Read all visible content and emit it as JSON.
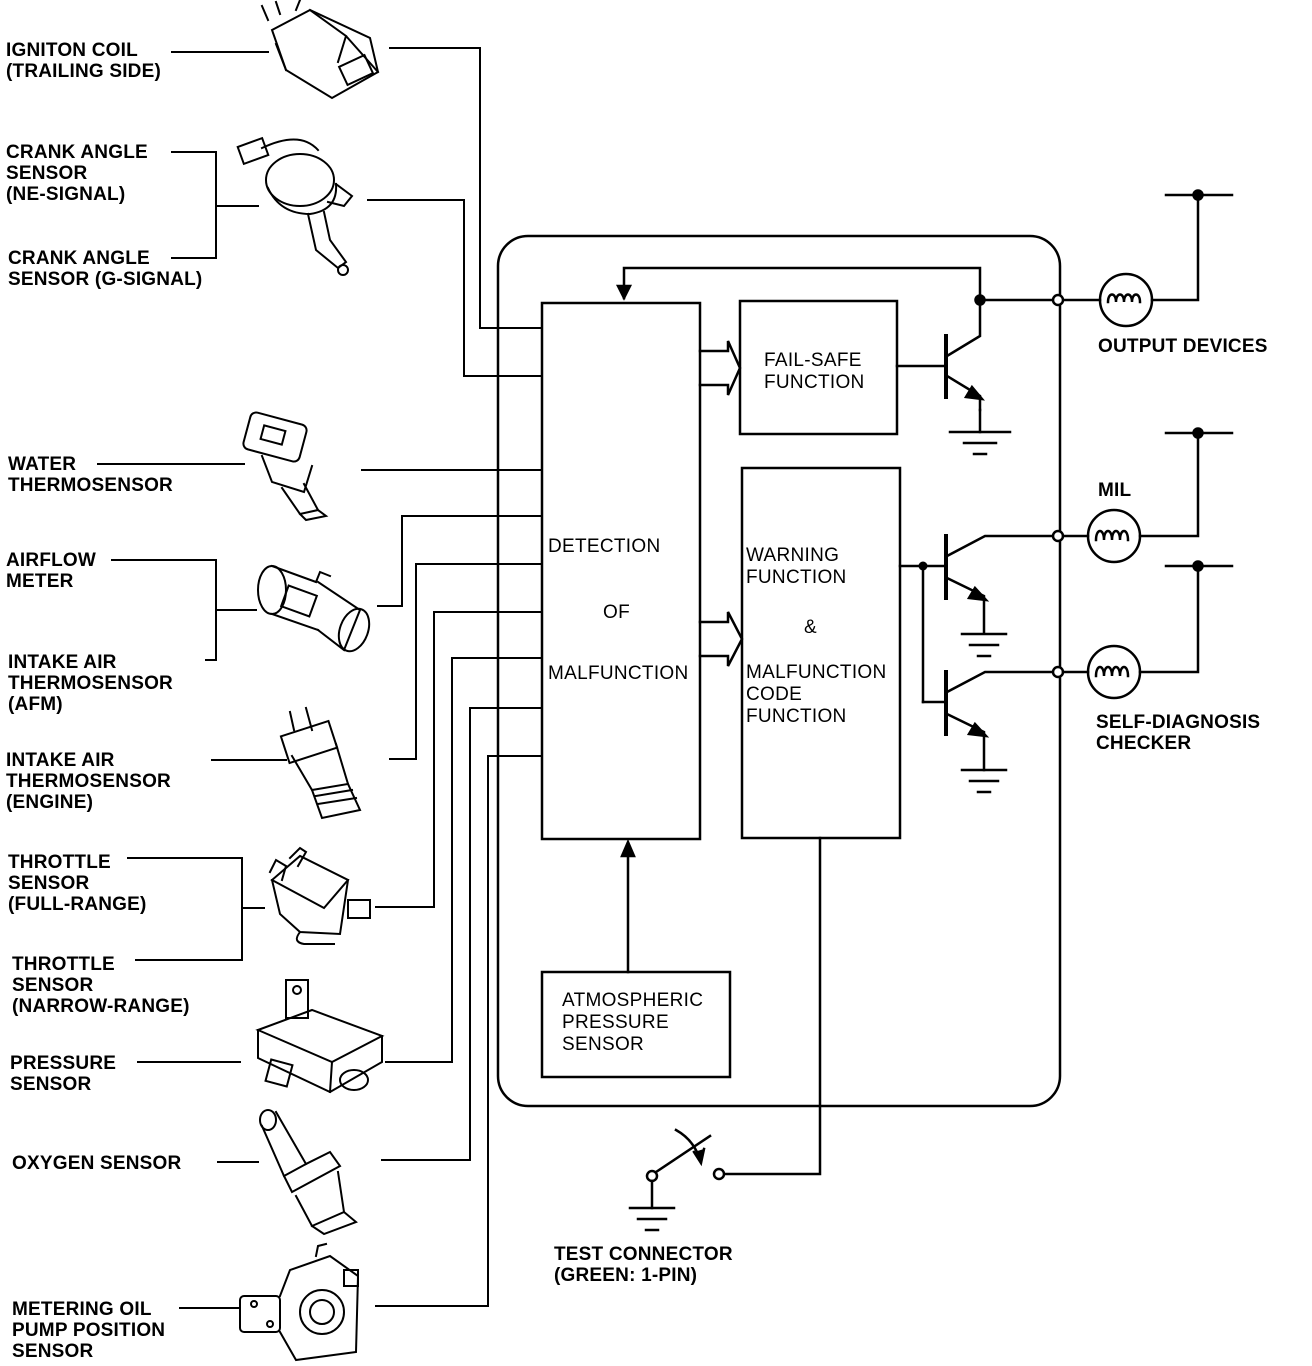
{
  "sensors": {
    "ignition_coil": "IGNITON COIL\n(TRAILING SIDE)",
    "crank_ne": "CRANK ANGLE\nSENSOR\n(NE-SIGNAL)",
    "crank_g": "CRANK ANGLE\nSENSOR (G-SIGNAL)",
    "water_thermo": "WATER\nTHERMOSENSOR",
    "airflow_meter": "AIRFLOW\nMETER",
    "intake_afm": "INTAKE AIR\nTHERMOSENSOR\n(AFM)",
    "intake_engine": "INTAKE AIR\nTHERMOSENSOR\n(ENGINE)",
    "throttle_full": "THROTTLE\nSENSOR\n(FULL-RANGE)",
    "throttle_narrow": "THROTTLE\nSENSOR\n(NARROW-RANGE)",
    "pressure": "PRESSURE\nSENSOR",
    "oxygen": "OXYGEN SENSOR",
    "metering_oil": "METERING OIL\nPUMP POSITION\nSENSOR"
  },
  "blocks": {
    "detection_1": "DETECTION",
    "detection_2": "OF",
    "detection_3": "MALFUNCTION",
    "failsafe": "FAIL-SAFE\nFUNCTION",
    "warning": "WARNING\nFUNCTION",
    "warning_amp": "&",
    "warning_2": "MALFUNCTION\nCODE\nFUNCTION",
    "atmospheric": "ATMOSPHERIC\nPRESSURE\nSENSOR"
  },
  "outputs": {
    "output_devices": "OUTPUT DEVICES",
    "mil": "MIL",
    "self_diagnosis": "SELF-DIAGNOSIS\nCHECKER"
  },
  "test_connector": "TEST CONNECTOR\n(GREEN: 1-PIN)"
}
